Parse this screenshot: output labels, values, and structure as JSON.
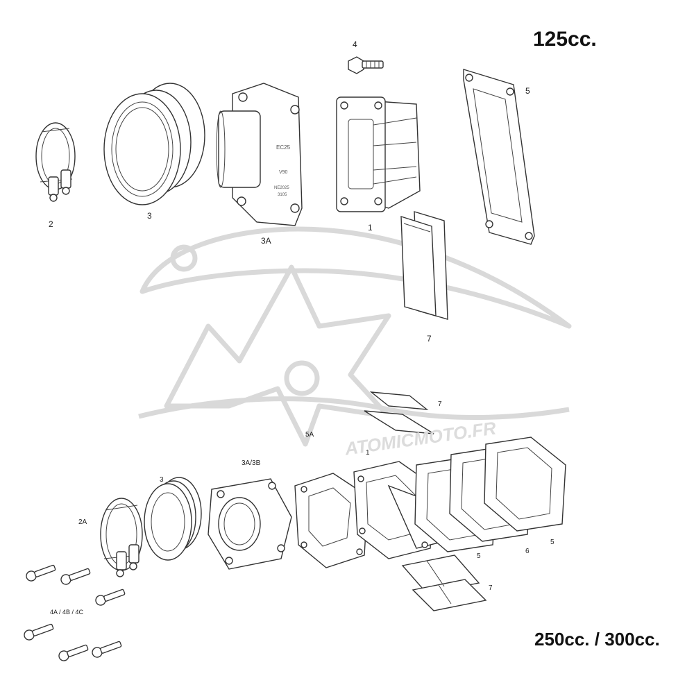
{
  "titles": {
    "top": "125cc.",
    "bottom": "250cc. / 300cc."
  },
  "watermark": {
    "text": "ATOMICMOTO.FR",
    "color": "#d9d9d9"
  },
  "part_labels_125": {
    "clamp": "2",
    "intake_boot": "3",
    "intake_flange": "3A",
    "bolt": "4",
    "reed_block": "1",
    "gasket": "5",
    "reed_petals": "7",
    "flange_marks": [
      "EC25",
      "V90",
      "NE2025",
      "3105"
    ]
  },
  "part_labels_250": {
    "clamp": "2A",
    "intake_boot": "3",
    "intake_flange": "3A/3B",
    "gasket_spacer": "5A",
    "reed_block": "1",
    "gasket_front": "5",
    "spacer": "6",
    "gasket_rear": "5",
    "reed_petals_top": "7",
    "reed_petals_bottom": "7",
    "bolts": "4A / 4B / 4C"
  }
}
